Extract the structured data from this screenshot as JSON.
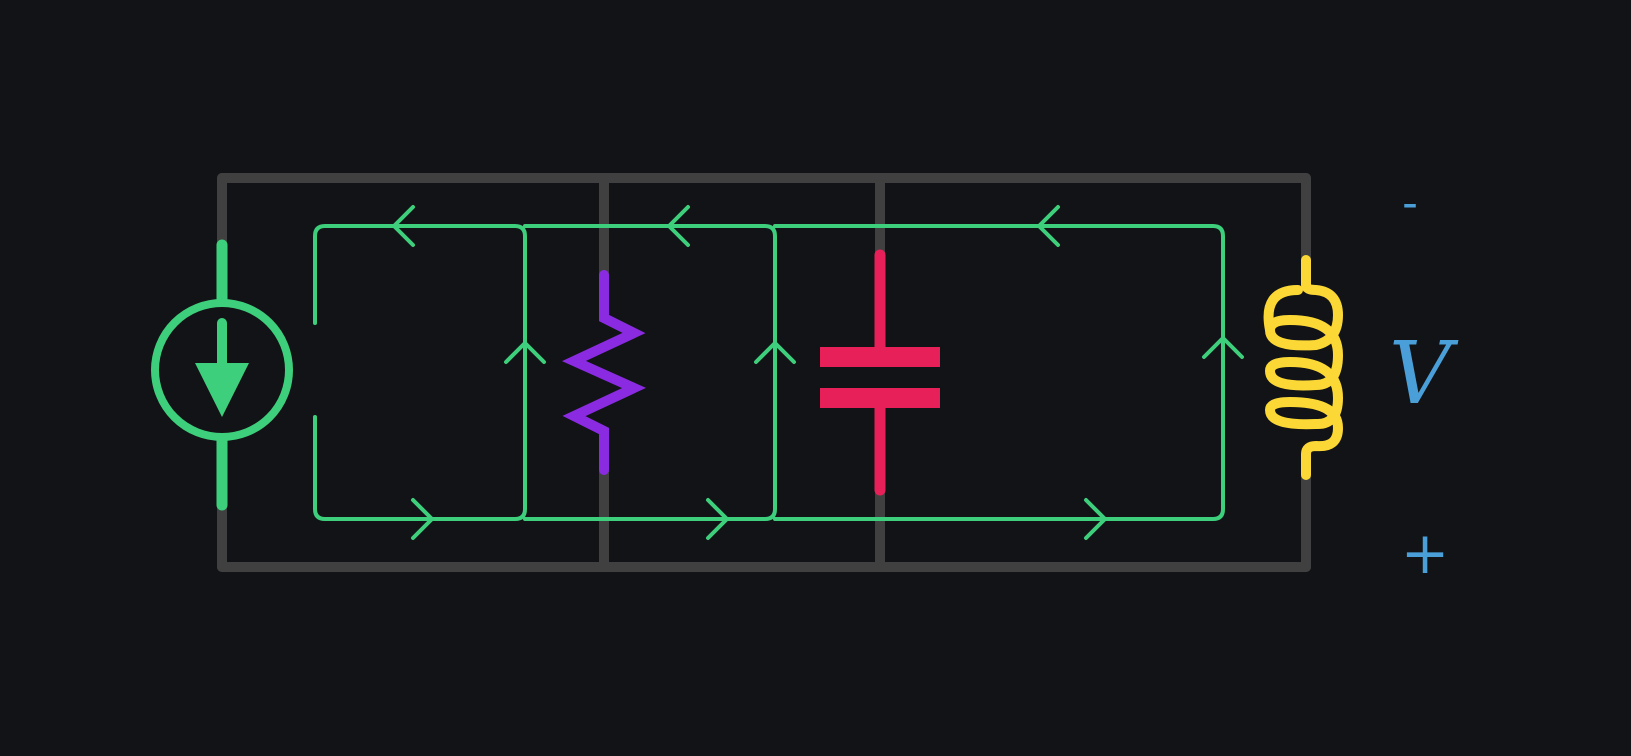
{
  "colors": {
    "background": "#121316",
    "wire": "#404040",
    "current_source": "#3ecf7c",
    "current_loops": "#3ecf7c",
    "resistor": "#8a2be2",
    "capacitor": "#e8205a",
    "inductor": "#fcd836",
    "voltage_label": "#4a9fd8"
  },
  "components": [
    {
      "kind": "current-source",
      "icon": "current-source-icon"
    },
    {
      "kind": "resistor",
      "icon": "resistor-icon"
    },
    {
      "kind": "capacitor",
      "icon": "capacitor-icon"
    },
    {
      "kind": "inductor",
      "icon": "inductor-icon"
    }
  ],
  "voltage": {
    "minus": "-",
    "symbol": "V",
    "plus": "+"
  }
}
